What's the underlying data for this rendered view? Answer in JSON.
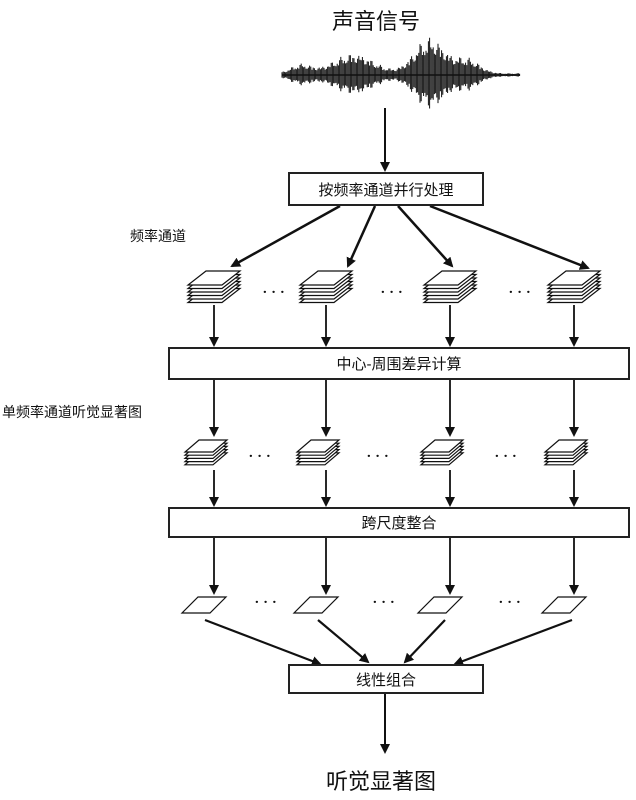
{
  "title_top": "声音信号",
  "title_bottom": "听觉显著图",
  "boxes": {
    "parallel": "按频率通道并行处理",
    "center_surround": "中心-周围差异计算",
    "cross_scale": "跨尺度整合",
    "linear": "线性组合"
  },
  "labels": {
    "freq_channel": "频率通道",
    "single_map": "单频率通道听觉显著图"
  },
  "ellipsis": "···"
}
